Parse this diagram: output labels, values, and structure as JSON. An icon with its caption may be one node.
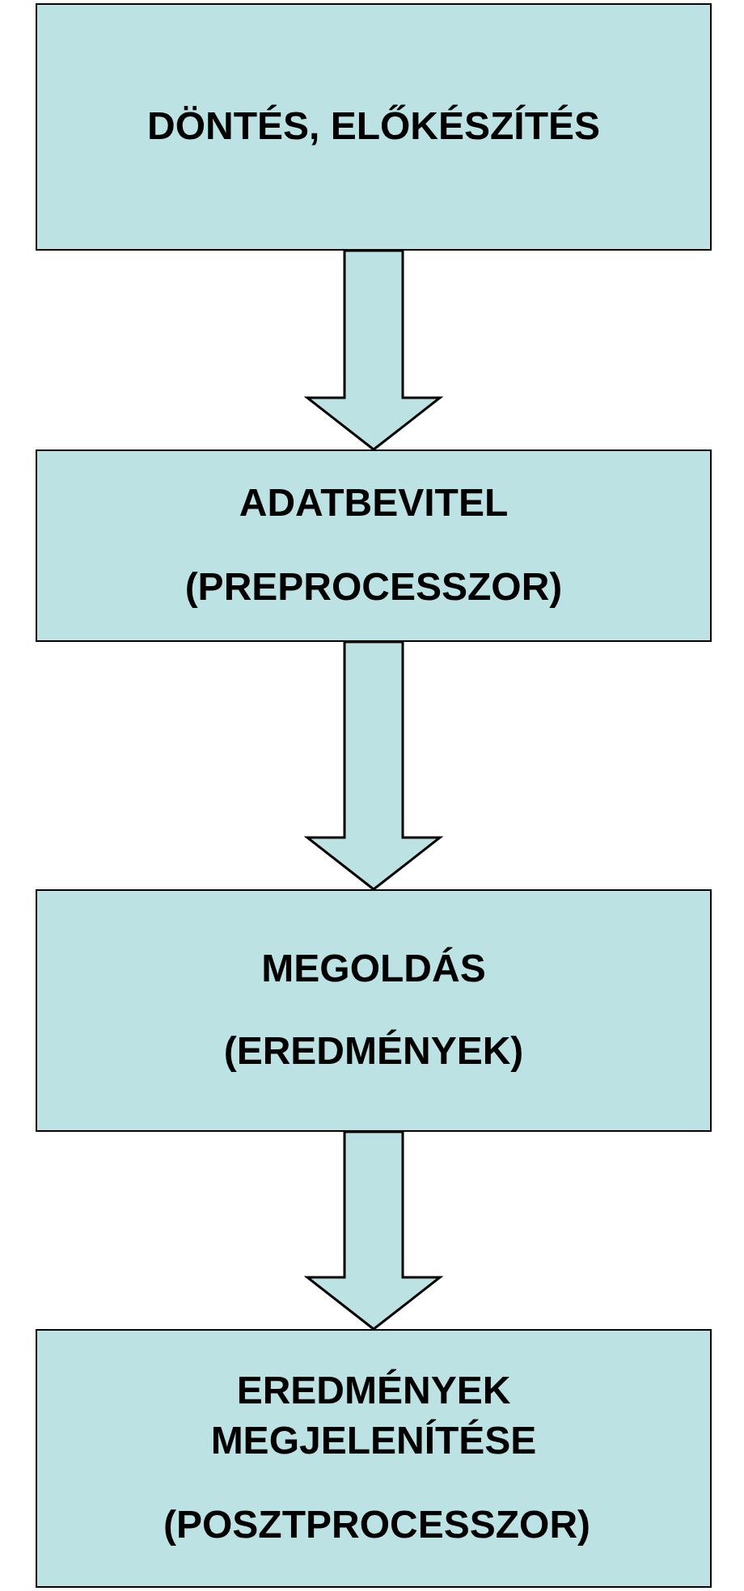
{
  "diagram": {
    "nodes": [
      {
        "text": [
          "DÖNTÉS, ELŐKÉSZÍTÉS"
        ]
      },
      {
        "text": [
          "ADATBEVITEL",
          "(PREPROCESSZOR)"
        ]
      },
      {
        "text": [
          "MEGOLDÁS",
          "(EREDMÉNYEK)"
        ]
      },
      {
        "text": [
          "EREDMÉNYEK MEGJELENÍTÉSE",
          "(POSZTPROCESSZOR)"
        ]
      }
    ],
    "edges": [
      {
        "from": 0,
        "to": 1,
        "arrow": "to"
      },
      {
        "from": 1,
        "to": 2,
        "arrow": "to"
      },
      {
        "from": 2,
        "to": 3,
        "arrow": "to"
      }
    ]
  }
}
